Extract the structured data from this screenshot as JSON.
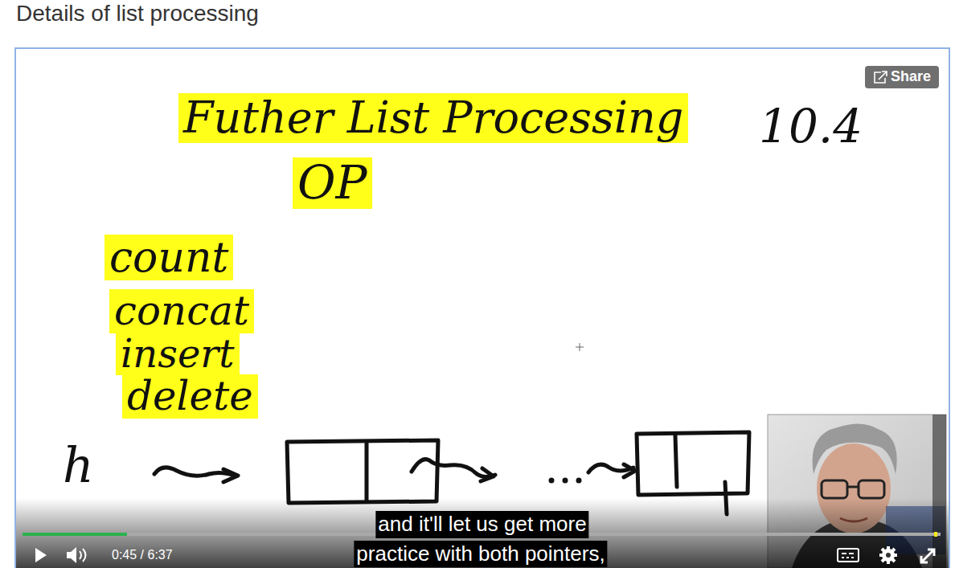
{
  "diagram": {
    "title": "Details of list processing",
    "labels": [
      "Share",
      "Futher List Processing",
      "10.4",
      "OP",
      "count",
      "concat",
      "insert",
      "delete",
      "h",
      "and it'll let us get more",
      "practice with both pointers,",
      "0:45 / 6:37"
    ]
  }
}
